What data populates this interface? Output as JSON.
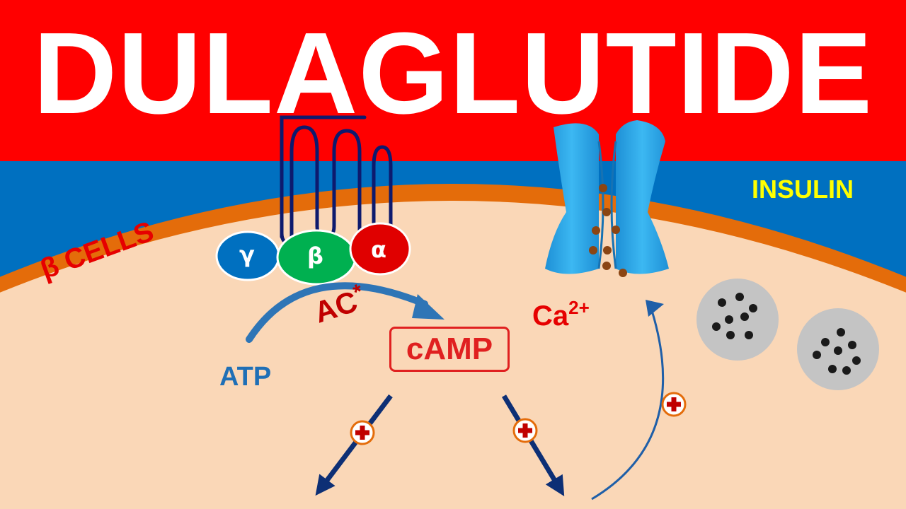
{
  "title": "DULAGLUTIDE",
  "labels": {
    "insulin": "INSULIN",
    "beta_cells": "β CELLS",
    "atp": "ATP",
    "ac": "AC",
    "ac_mark": "*",
    "camp": "cAMP",
    "calcium": "Ca",
    "calcium_charge": "2+"
  },
  "g_protein": {
    "gamma": "γ",
    "beta": "β",
    "alpha": "α"
  },
  "colors": {
    "title_band": "#ff0000",
    "extracellular": "#0070c0",
    "membrane": "#e46c0a",
    "cytoplasm": "#fad7b7",
    "receptor": "#0d1a6e",
    "gamma_subunit": "#0070c0",
    "beta_subunit": "#00b050",
    "alpha_subunit": "#e00000",
    "channel": "#29a9e8",
    "ion": "#8b4513",
    "granule": "#c4c4c4",
    "arrow": "#0d2f75"
  },
  "icons": [
    "plus-icon",
    "arrow-icon"
  ]
}
